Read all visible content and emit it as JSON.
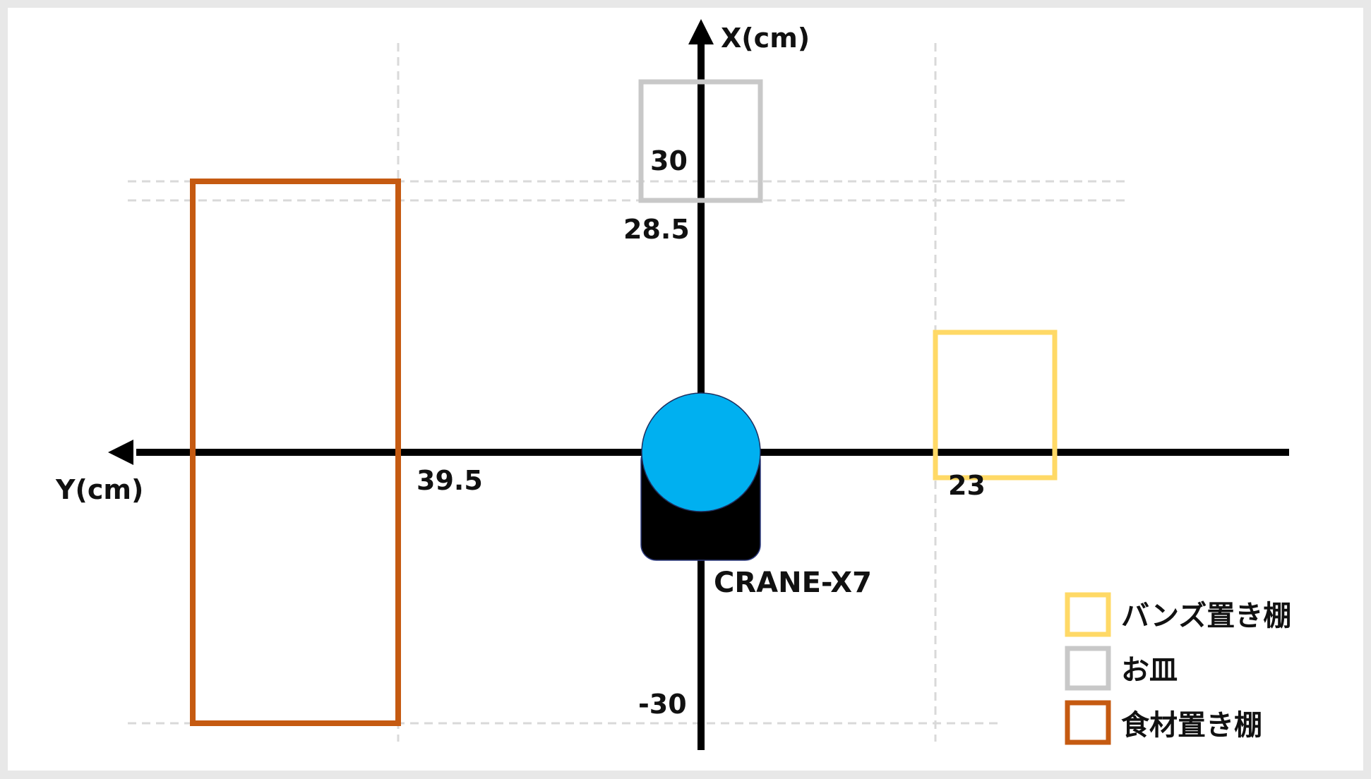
{
  "axes": {
    "x_label": "X(cm)",
    "y_label": "Y(cm)"
  },
  "ticks": {
    "x_30": "30",
    "x_28_5": "28.5",
    "x_neg30": "-30",
    "y_39_5": "39.5",
    "y_23": "23"
  },
  "robot": {
    "name": "CRANE-X7",
    "body_color": "#00b0f0",
    "base_color": "#000000"
  },
  "legend": [
    {
      "label": "バンズ置き棚",
      "color": "#ffd966"
    },
    {
      "label": "お皿",
      "color": "#c8c8c8"
    },
    {
      "label": "食材置き棚",
      "color": "#c55a11"
    }
  ]
}
